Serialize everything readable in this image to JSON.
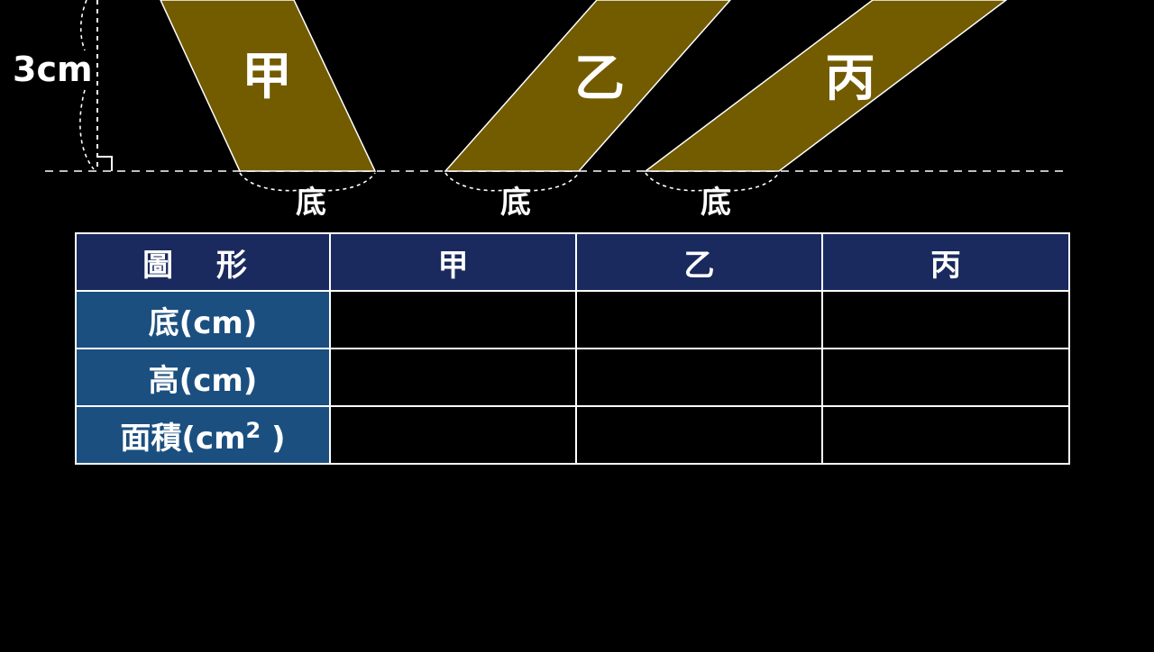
{
  "diagram": {
    "height_label": "3cm",
    "shapes": [
      {
        "name": "甲",
        "base_label": "底"
      },
      {
        "name": "乙",
        "base_label": "底"
      },
      {
        "name": "丙",
        "base_label": "底"
      }
    ],
    "colors": {
      "fill": "#735b00",
      "line": "#ffffff",
      "header_bg": "#1a2a5e",
      "row_header_bg": "#1b4f80"
    }
  },
  "table": {
    "header": [
      "圖 形",
      "甲",
      "乙",
      "丙"
    ],
    "rows": [
      {
        "label": "底(cm)"
      },
      {
        "label": "高(cm)"
      },
      {
        "label_main": "面積(cm",
        "label_sup": "2",
        "label_end": " )"
      }
    ]
  }
}
